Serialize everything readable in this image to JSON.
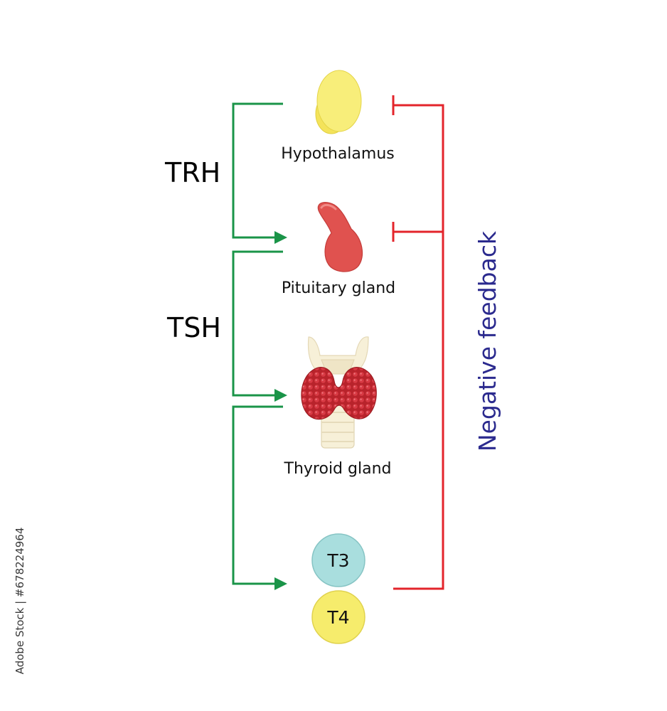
{
  "organs": {
    "hypothalamus": "Hypothalamus",
    "pituitary": "Pituitary gland",
    "thyroid": "Thyroid gland"
  },
  "hormones": {
    "trh": "TRH",
    "tsh": "TSH",
    "t3": "T3",
    "t4": "T4"
  },
  "feedback": {
    "label": "Negative feedback"
  },
  "stock_id": "Adobe Stock | #678224964",
  "colors": {
    "stimulation_arrow": "#1a9448",
    "inhibition_line": "#e3242b",
    "feedback_text": "#2b2a8e",
    "hypothalamus": "#f8ee7a",
    "pituitary": "#e0524f",
    "thyroid": "#c4282f",
    "t3_circle": "#a9dede",
    "t4_circle": "#f6ec6c"
  }
}
